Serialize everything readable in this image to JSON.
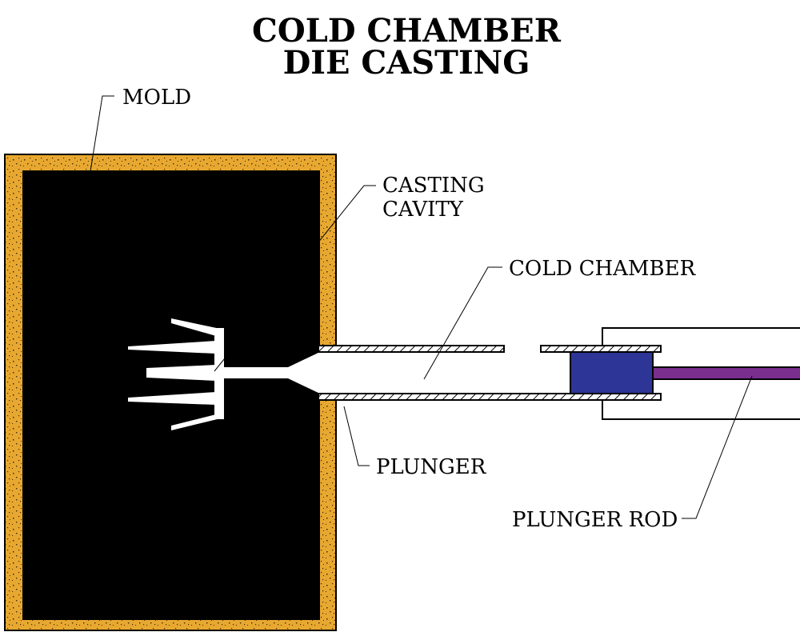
{
  "title": {
    "line1": "COLD CHAMBER",
    "line2": "DIE CASTING"
  },
  "labels": {
    "mold": "MOLD",
    "casting_cavity_line1": "CASTING",
    "casting_cavity_line2": "CAVITY",
    "cold_chamber": "COLD CHAMBER",
    "plunger": "PLUNGER",
    "plunger_rod": "PLUNGER ROD"
  },
  "colors": {
    "mold_frame": "#e8a830",
    "mold_speckle": "#3a2a10",
    "mold_interior": "#000000",
    "cavity": "#ffffff",
    "plunger": "#2d3597",
    "plunger_rod": "#7a2e8e",
    "outline": "#000000"
  }
}
